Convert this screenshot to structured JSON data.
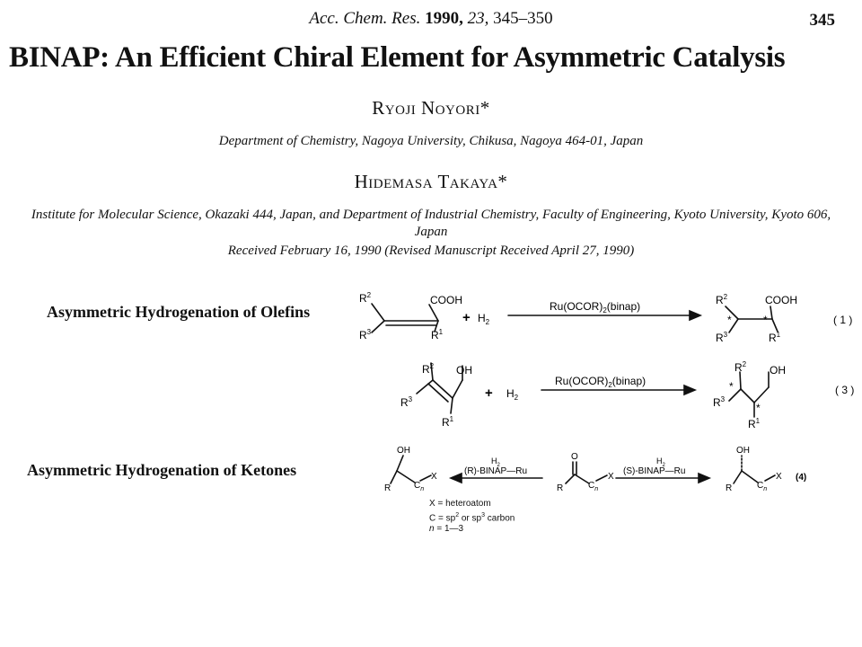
{
  "header": {
    "journal_abbrev": "Acc. Chem. Res.",
    "year": "1990,",
    "volume": "23,",
    "pages": "345–350",
    "page_number": "345"
  },
  "article": {
    "title": "BINAP: An Efficient Chiral Element for Asymmetric Catalysis",
    "authors": [
      {
        "name": "Ryoji Noyori*",
        "affiliation": "Department of Chemistry, Nagoya University, Chikusa, Nagoya 464-01, Japan"
      },
      {
        "name": "Hidemasa Takaya*",
        "affiliation": "Institute for Molecular Science, Okazaki 444, Japan, and Department of Industrial Chemistry, Faculty of Engineering, Kyoto University, Kyoto 606, Japan"
      }
    ],
    "received": "Received February 16, 1990 (Revised Manuscript Received April 27, 1990)"
  },
  "schemes": {
    "olefins": {
      "heading": "Asymmetric Hydrogenation of Olefins",
      "plus": "+",
      "h2": "H",
      "h2_sub": "2",
      "reagent_main": "Ru(OCOR)",
      "reagent_sub": "2",
      "reagent_tail": "(binap)",
      "eq1": "( 1 )",
      "eq3": "( 3 )",
      "acid_group": "COOH",
      "alcohol_group": "OH",
      "r": "R",
      "sup1": "1",
      "sup2": "2",
      "sup3": "3",
      "star": "*"
    },
    "ketones": {
      "heading": "Asymmetric Hydrogenation of Ketones",
      "h2": "H",
      "h2_sub": "2",
      "left_catalyst": "(R)-BINAP—Ru",
      "right_catalyst": "(S)-BINAP—Ru",
      "eq4": "(4)",
      "o": "O",
      "oh": "OH",
      "r": "R",
      "c": "C",
      "n": "n",
      "x": "X",
      "notes": {
        "line1": "X = heteroatom",
        "line2_a": "C = sp",
        "line2_sup1": "2",
        "line2_b": " or sp",
        "line2_sup2": "3",
        "line2_c": " carbon",
        "line3_n": "n",
        "line3_rest": " = 1—3"
      }
    }
  }
}
